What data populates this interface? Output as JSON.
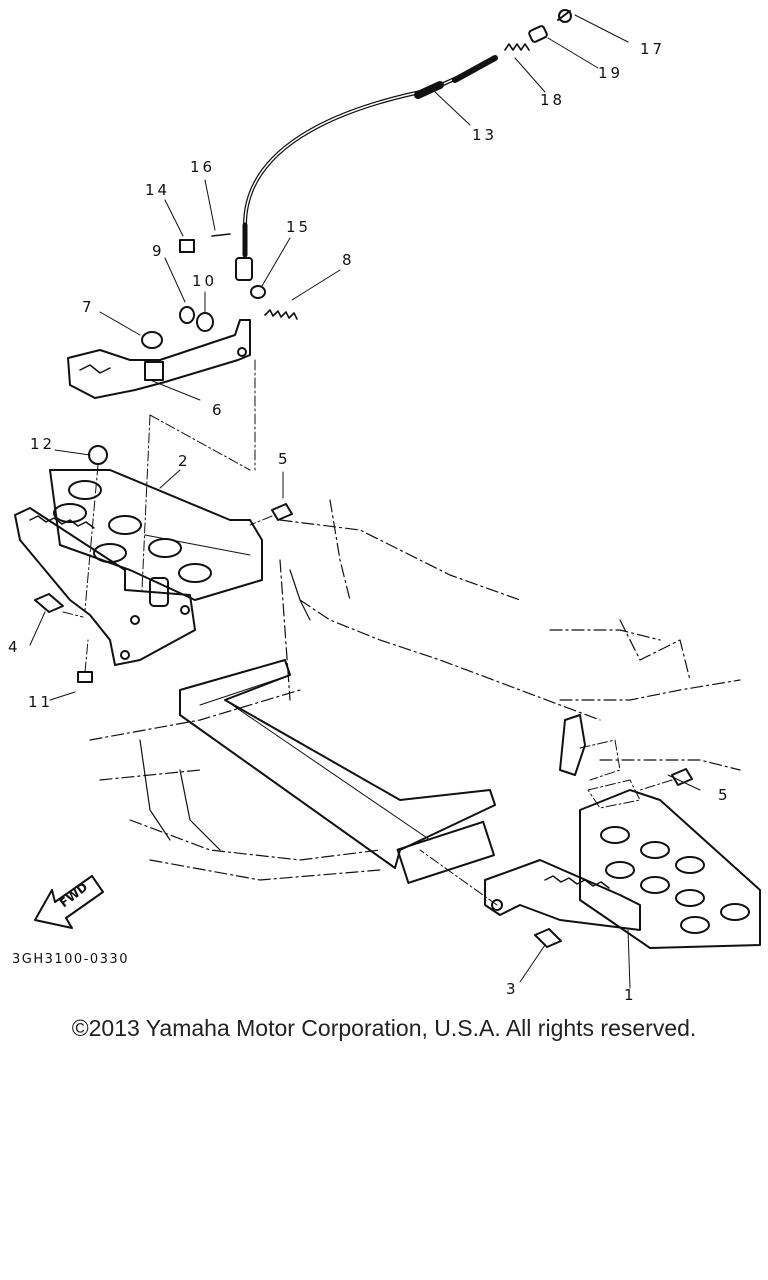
{
  "diagram": {
    "code": "3GH3100-0330",
    "fwd_label": "FWD",
    "callouts": [
      {
        "id": "c17",
        "label": "17"
      },
      {
        "id": "c19",
        "label": "19"
      },
      {
        "id": "c18",
        "label": "18"
      },
      {
        "id": "c13",
        "label": "13"
      },
      {
        "id": "c16",
        "label": "16"
      },
      {
        "id": "c14",
        "label": "14"
      },
      {
        "id": "c15",
        "label": "15"
      },
      {
        "id": "c8",
        "label": "8"
      },
      {
        "id": "c9",
        "label": "9"
      },
      {
        "id": "c10",
        "label": "10"
      },
      {
        "id": "c7",
        "label": "7"
      },
      {
        "id": "c6",
        "label": "6"
      },
      {
        "id": "c12",
        "label": "12"
      },
      {
        "id": "c2",
        "label": "2"
      },
      {
        "id": "c5a",
        "label": "5"
      },
      {
        "id": "c4",
        "label": "4"
      },
      {
        "id": "c11",
        "label": "11"
      },
      {
        "id": "c5b",
        "label": "5"
      },
      {
        "id": "c3",
        "label": "3"
      },
      {
        "id": "c1",
        "label": "1"
      }
    ]
  },
  "footer": {
    "copyright": "©2013 Yamaha Motor Corporation, U.S.A. All rights reserved."
  }
}
